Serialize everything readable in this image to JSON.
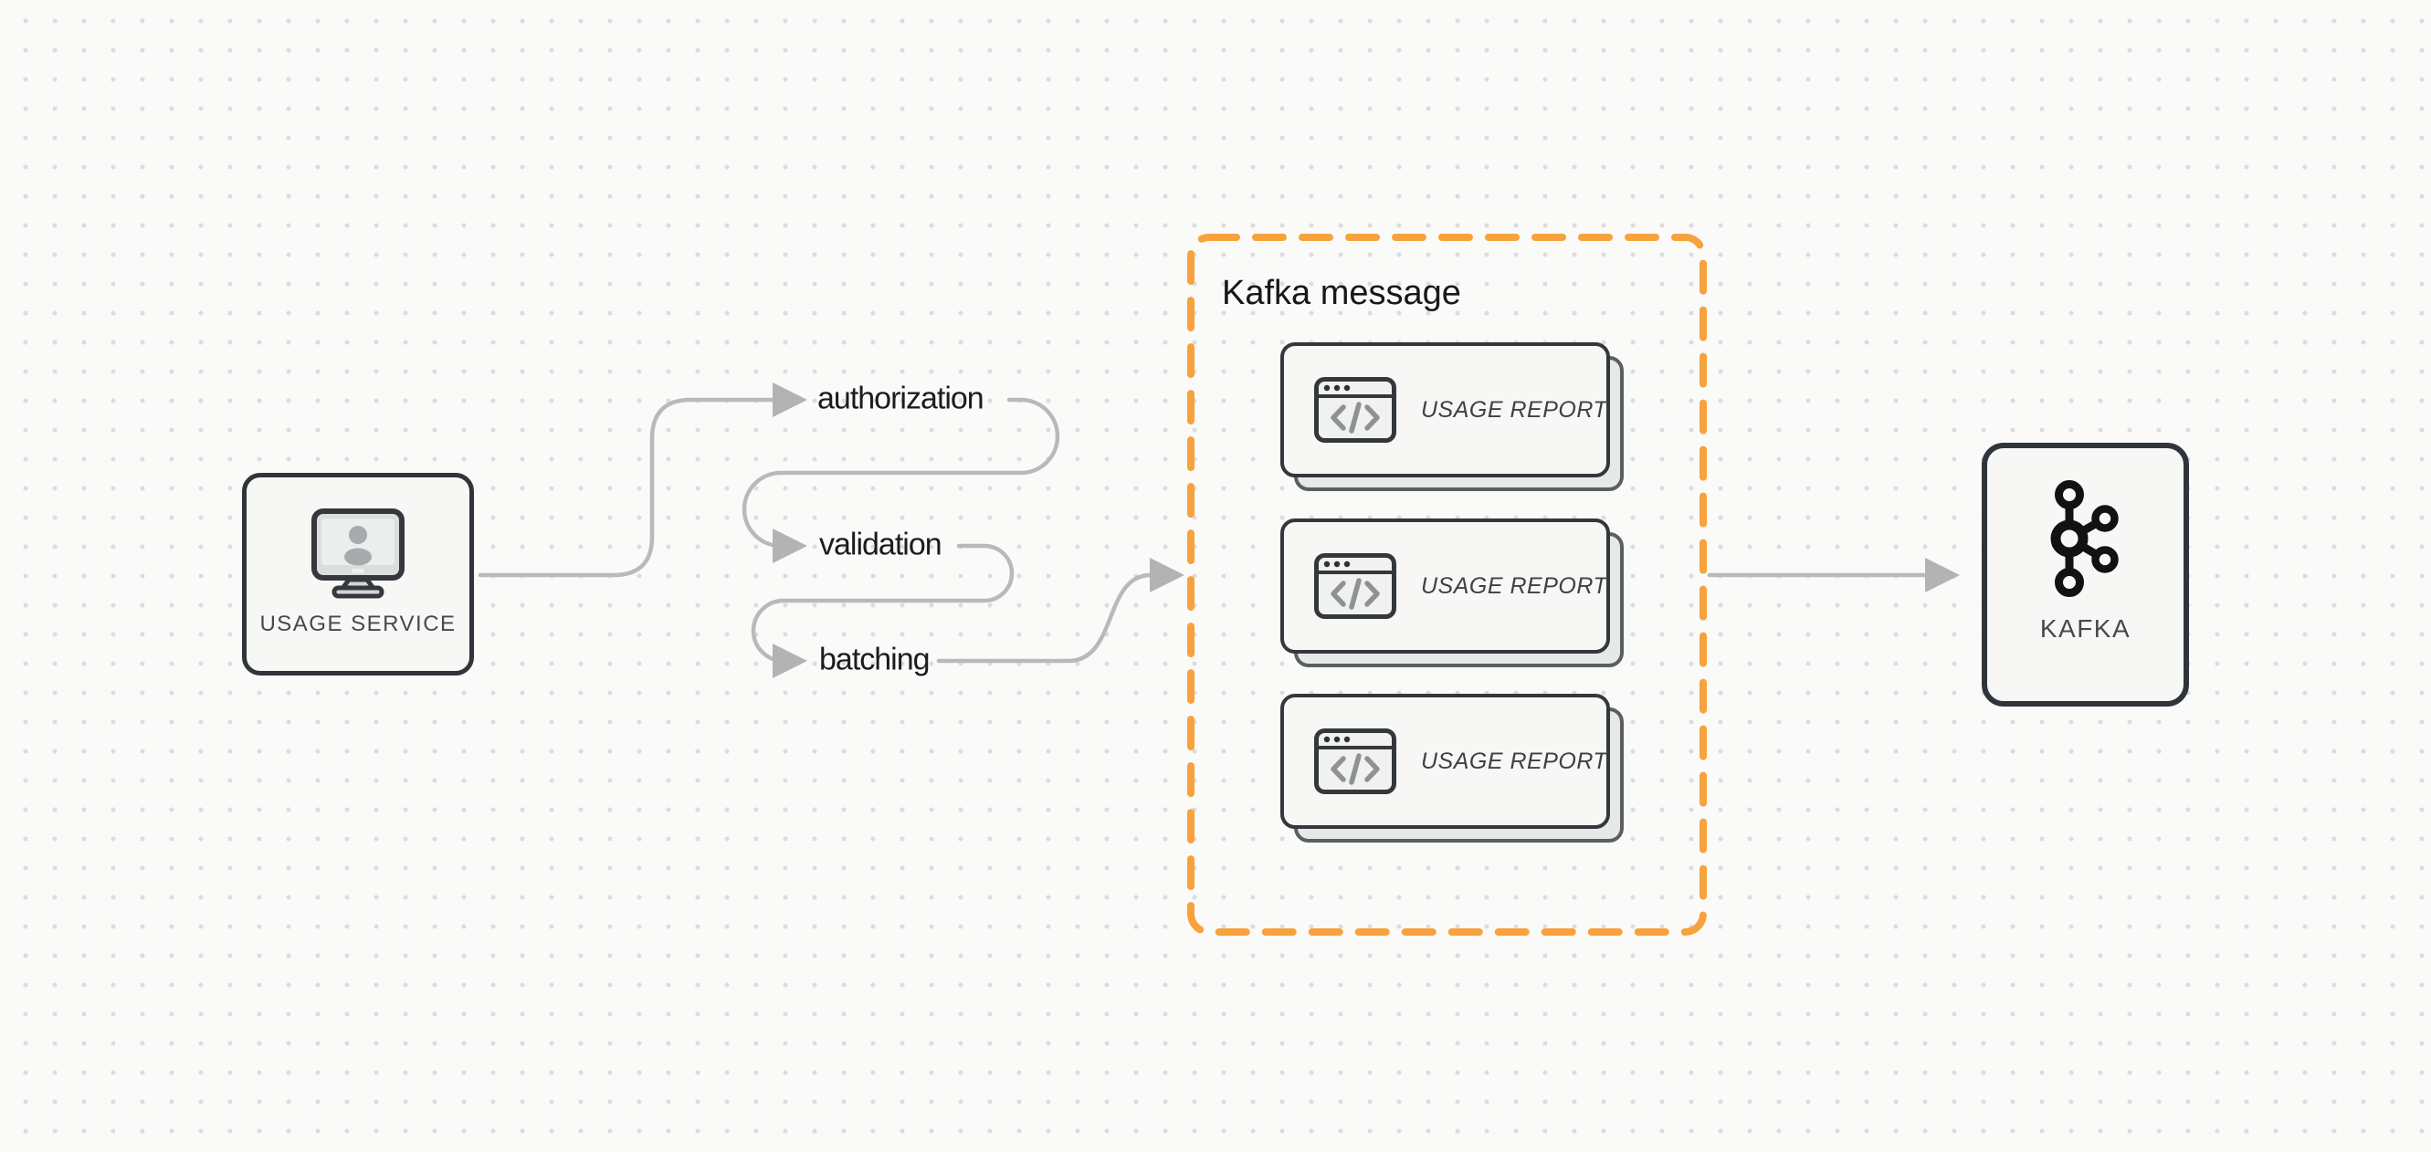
{
  "diagram": {
    "usage_service": {
      "label": "USAGE SERVICE"
    },
    "steps": [
      {
        "label": "authorization"
      },
      {
        "label": "validation"
      },
      {
        "label": "batching"
      }
    ],
    "kafka_message": {
      "title": "Kafka message",
      "cards": [
        {
          "label": "USAGE REPORT"
        },
        {
          "label": "USAGE REPORT"
        },
        {
          "label": "USAGE REPORT"
        }
      ]
    },
    "kafka": {
      "label": "KAFKA"
    }
  },
  "colors": {
    "background": "#fafaf9",
    "grid_dot": "#dcdcdd",
    "node_border": "#2f353a",
    "node_fill": "#f7f8f6",
    "connector_gray": "#b9b9b9",
    "group_dashed_orange": "#f7a23c",
    "text_primary": "#1b1c1e",
    "text_node_label": "#45494d",
    "icon_code_gray": "#8d9295",
    "kafka_logo_black": "#121212"
  }
}
